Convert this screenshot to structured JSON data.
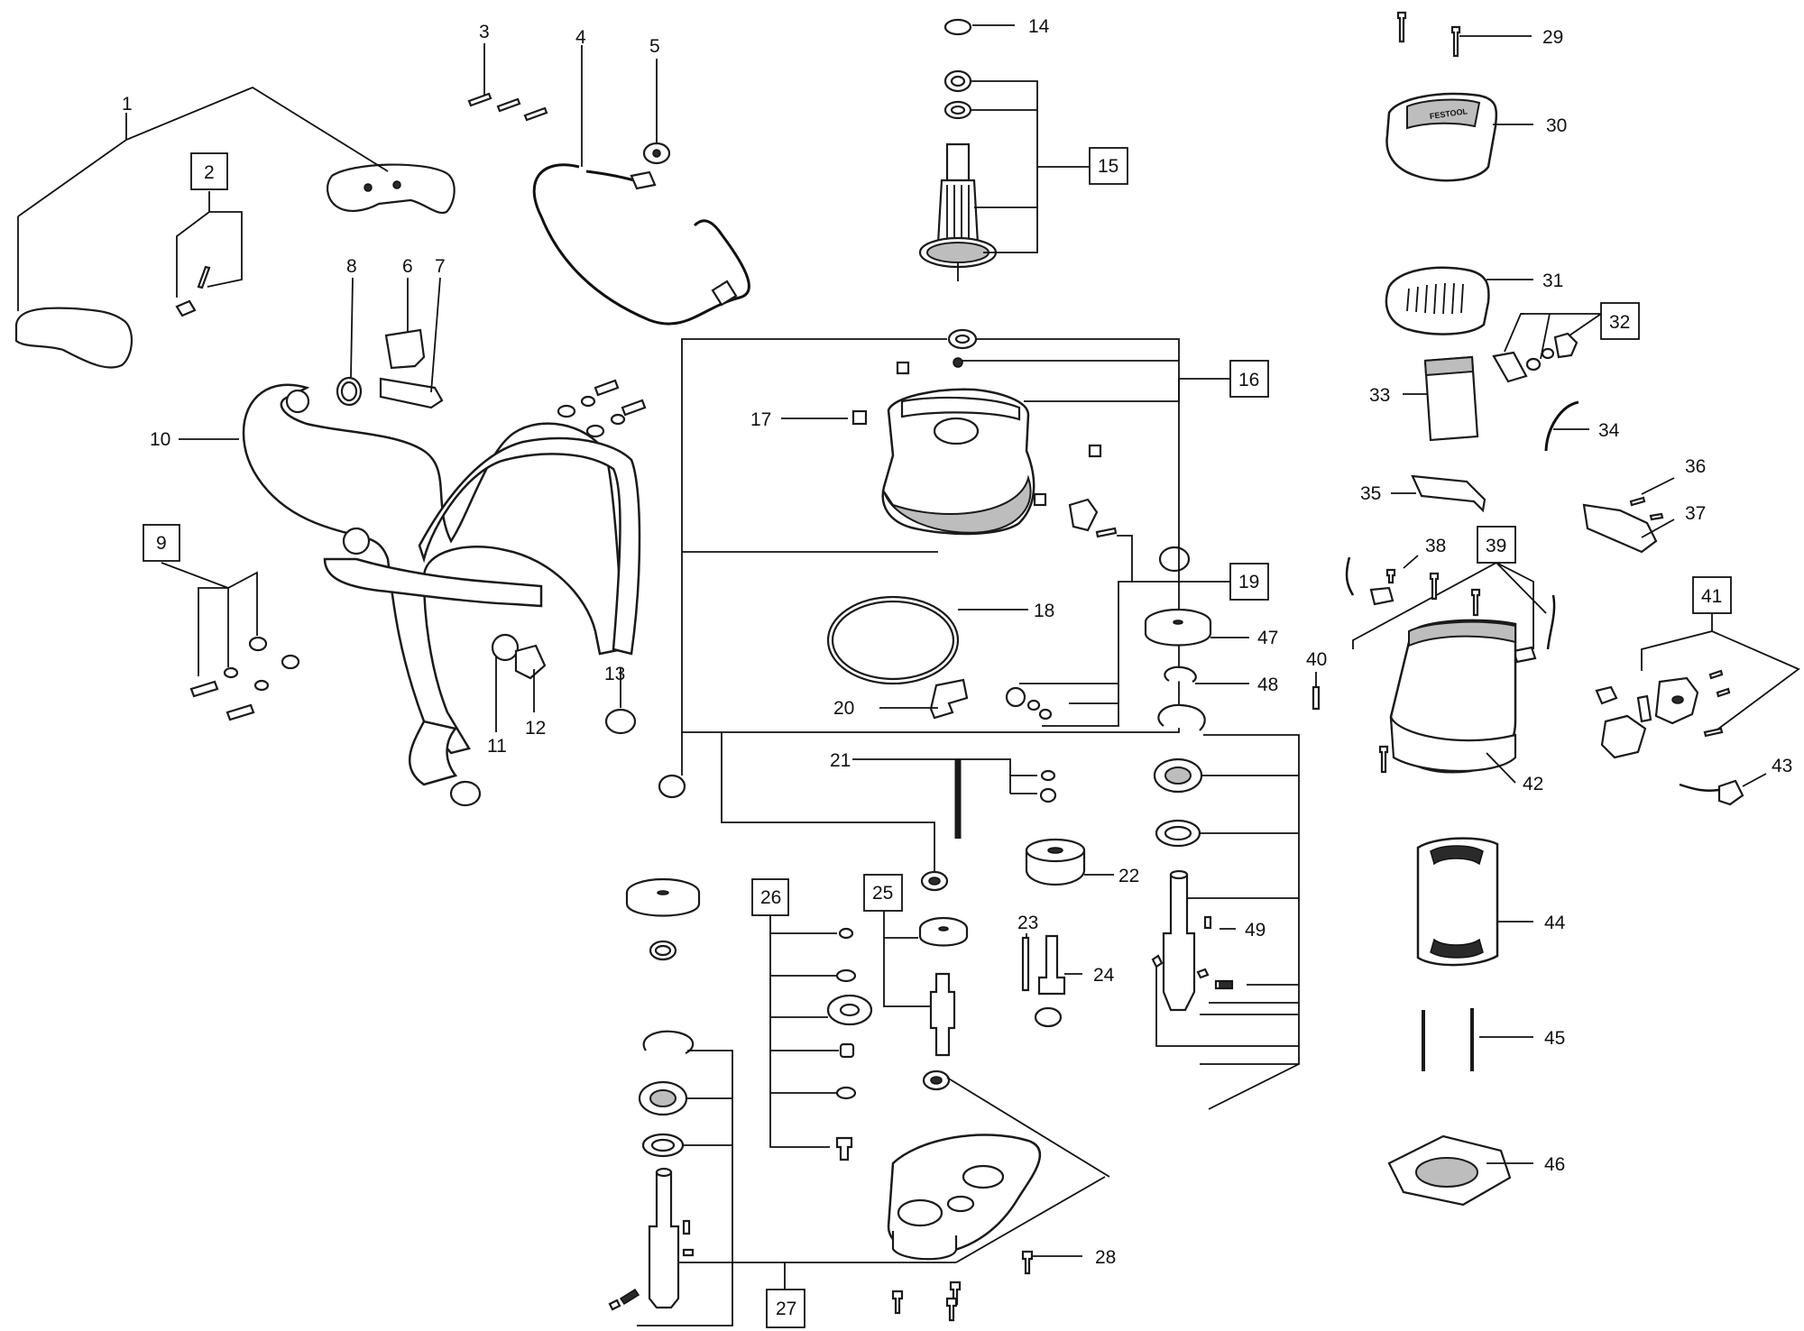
{
  "diagram": {
    "labels": {
      "p1": "1",
      "p2": "2",
      "p3": "3",
      "p4": "4",
      "p5": "5",
      "p6": "6",
      "p7": "7",
      "p8": "8",
      "p9": "9",
      "p10": "10",
      "p11": "11",
      "p12": "12",
      "p13": "13",
      "p14": "14",
      "p15": "15",
      "p16": "16",
      "p17": "17",
      "p18": "18",
      "p19": "19",
      "p20": "20",
      "p21": "21",
      "p22": "22",
      "p23": "23",
      "p24": "24",
      "p25": "25",
      "p26": "26",
      "p27": "27",
      "p28": "28",
      "p29": "29",
      "p30": "30",
      "p31": "31",
      "p32": "32",
      "p33": "33",
      "p34": "34",
      "p35": "35",
      "p36": "36",
      "p37": "37",
      "p38": "38",
      "p39": "39",
      "p40": "40",
      "p41": "41",
      "p42": "42",
      "p43": "43",
      "p44": "44",
      "p45": "45",
      "p46": "46",
      "p47": "47",
      "p48": "48",
      "p49": "49"
    },
    "boxed_labels": [
      "2",
      "9",
      "15",
      "16",
      "19",
      "25",
      "26",
      "27",
      "32",
      "39",
      "41"
    ],
    "brand_mark": "FESTOOL"
  }
}
